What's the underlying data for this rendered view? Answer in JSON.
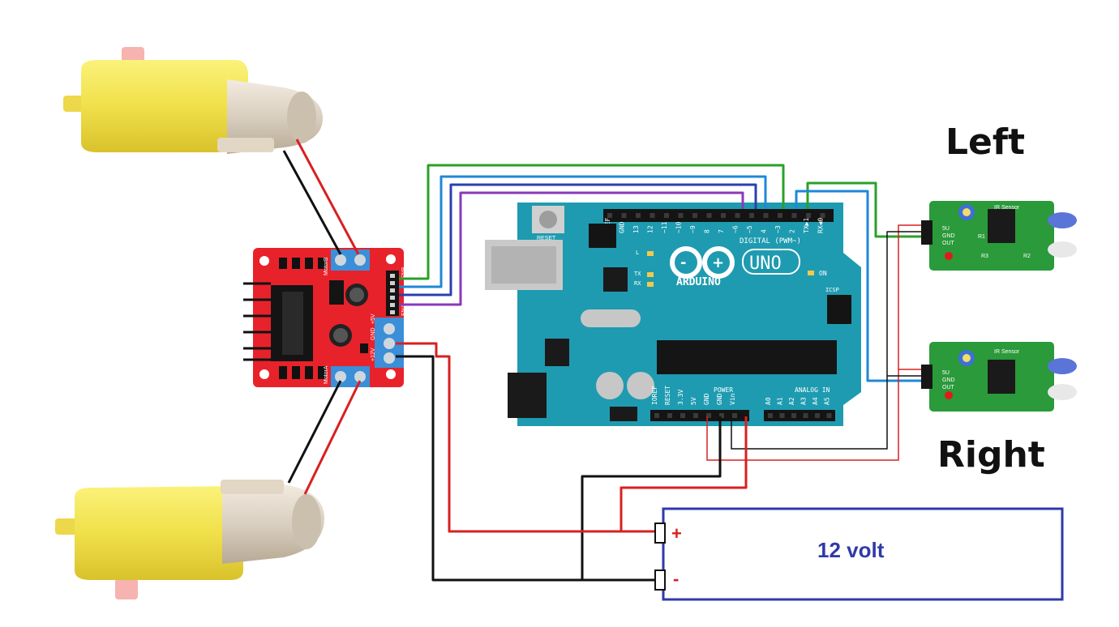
{
  "labels": {
    "left_sensor": "Left",
    "right_sensor": "Right"
  },
  "battery": {
    "label": "12 volt",
    "plus": "+",
    "minus": "-"
  },
  "arduino": {
    "logo_text": "ARDUINO",
    "model": "UNO",
    "digital_label": "DIGITAL (PWM~)",
    "analog_label": "ANALOG IN",
    "power_label": "POWER",
    "reset_label": "RESET",
    "on_label": "ON",
    "tx_label": "TX",
    "rx_label": "RX",
    "l_label": "L",
    "icsp_label": "ICSP",
    "digital_pins": [
      "AREF",
      "GND",
      "13",
      "12",
      "~11",
      "~10",
      "~9",
      "8",
      "7",
      "~6",
      "~5",
      "4",
      "~3",
      "2",
      "TX▶1",
      "RX◀0"
    ],
    "power_pins": [
      "IOREF",
      "RESET",
      "3.3V",
      "5V",
      "GND",
      "GND",
      "Vin"
    ],
    "analog_pins": [
      "A0",
      "A1",
      "A2",
      "A3",
      "A4",
      "A5"
    ]
  },
  "driver": {
    "motor_a": "MotorA",
    "motor_b": "MotorB",
    "v12": "+12V",
    "gnd": "GND",
    "v5": "+5V",
    "ena": "ENA",
    "enb": "ENB"
  },
  "sensor": {
    "title": "IR Sensor",
    "pins": [
      "5U",
      "GND",
      "OUT"
    ],
    "r1": "R1",
    "r2": "R2",
    "r3": "R3"
  },
  "colors": {
    "wire_red": "#d82020",
    "wire_black": "#111111",
    "wire_green": "#2aa02a",
    "wire_blue": "#1e88d8",
    "wire_navy": "#2c3fb0",
    "wire_purple": "#8a3ab8",
    "battery_border": "#2f3aa8",
    "arduino_pcb": "#1e9bb0",
    "driver_pcb": "#e8222a",
    "sensor_pcb": "#2a9a3a",
    "motor_yellow": "#f0e04a"
  }
}
